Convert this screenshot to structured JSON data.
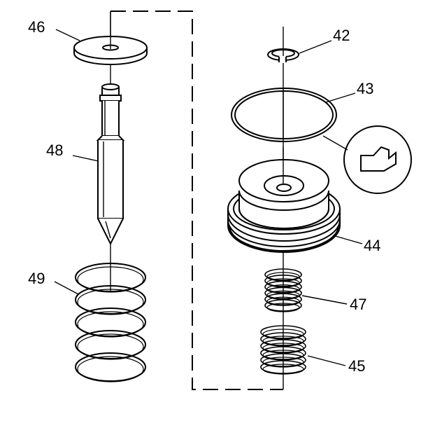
{
  "callouts": [
    {
      "id": "46",
      "label": "46"
    },
    {
      "id": "48",
      "label": "48"
    },
    {
      "id": "49",
      "label": "49"
    },
    {
      "id": "42",
      "label": "42"
    },
    {
      "id": "43",
      "label": "43"
    },
    {
      "id": "44",
      "label": "44"
    },
    {
      "id": "47",
      "label": "47"
    },
    {
      "id": "45",
      "label": "45"
    }
  ],
  "colors": {
    "stroke": "#000000",
    "background": "#ffffff"
  }
}
